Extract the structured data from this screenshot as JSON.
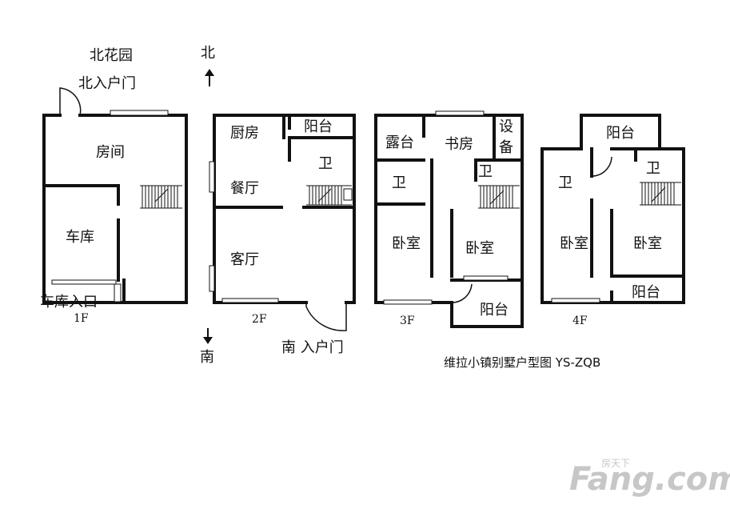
{
  "labels": {
    "north_garden": "北花园",
    "north_door": "北入户门",
    "north": "北",
    "south": "南",
    "south_door": "南 入户门",
    "caption": "维拉小镇别墅户型图 YS-ZQB"
  },
  "floors": {
    "f1": {
      "name": "1F",
      "rooms": [
        "房间",
        "车库"
      ],
      "garage_entry": "车库入口"
    },
    "f2": {
      "name": "2F",
      "rooms": [
        "厨房",
        "阳台",
        "卫",
        "餐厅",
        "客厅"
      ]
    },
    "f3": {
      "name": "3F",
      "rooms": [
        "露台",
        "书房",
        "设",
        "备",
        "卫",
        "卫",
        "卧室",
        "卧室",
        "阳台"
      ]
    },
    "f4": {
      "name": "4F",
      "rooms": [
        "阳台",
        "卫",
        "卫",
        "卧室",
        "卧室",
        "阳台"
      ]
    }
  },
  "watermark": {
    "main": "Fang.com",
    "sub": "房天下"
  },
  "colors": {
    "ink": "#111111",
    "watermark": "#c7c7c7"
  }
}
